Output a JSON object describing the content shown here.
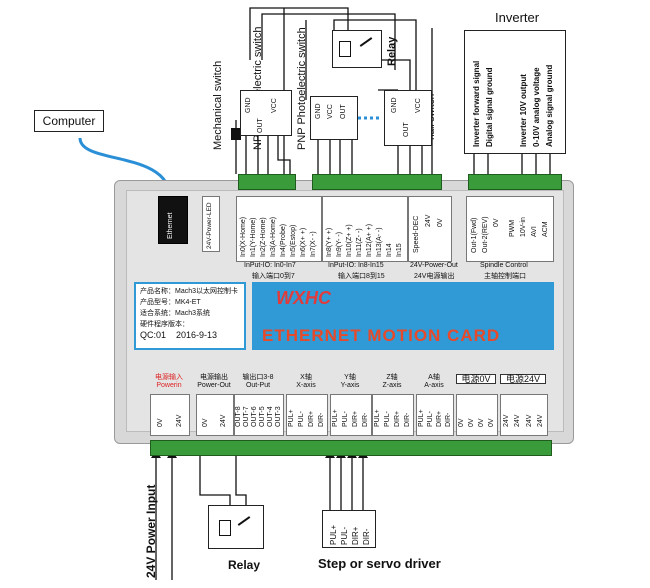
{
  "external": {
    "inverter_title": "Inverter",
    "computer_label": "Computer",
    "mechanical_switch": "Mechanical switch",
    "npn_switch": "NPN Photoelectric switch",
    "pnp_switch": "PNP Photoelectric switch",
    "relay_top": "Relay",
    "hall_switch": "hall switch",
    "power_input": "24V Power Input",
    "relay_bottom": "Relay",
    "servo_driver": "Step or servo driver",
    "inverter_signals": [
      "Inverter forward signal",
      "Digital signal ground",
      "Inverter 10V output",
      "0-10V analog voltage",
      "Analog signal ground"
    ],
    "npn_pins": [
      "GND",
      "OUT",
      "VCC"
    ],
    "pnp_pins": [
      "GND",
      "VCC",
      "OUT"
    ],
    "hall_pins": [
      "GND",
      "OUT",
      "VCC"
    ],
    "servo_pins": [
      "PUL+",
      "PUL-",
      "DIR+",
      "DIR-"
    ]
  },
  "board": {
    "ethernet_port": "Ethernet",
    "power_led": "24V-Power-LED",
    "inputs_a": [
      "In0(X-Home)",
      "In1(Y-Home)",
      "In2(Z-Home)",
      "In3(A-Home)",
      "In4(Probe)",
      "In5(Estop)",
      "In6(X+ +)",
      "In7(X- -)"
    ],
    "inputs_b": [
      "In8(Y+ +)",
      "In9(Y- -)",
      "In10(Z+ +)",
      "In11(Z- -)",
      "In12(A+ +)",
      "In13(A- -)",
      "In14",
      "In15"
    ],
    "speed_dec": [
      "Speed-DEC",
      "24V",
      "0V"
    ],
    "spindle_out": [
      "Out-1(Fwd)",
      "Out-2(REV)",
      "0V"
    ],
    "spindle_pwm": [
      "PWM",
      "10V-in",
      "AVI",
      "ACM"
    ],
    "inputs_a_title": "InPut-IO: In0-In7",
    "inputs_a_cn": "输入端口0到7",
    "inputs_b_title": "InPut-IO: In8-In15",
    "inputs_b_cn": "输入端口8到15",
    "power_out_title": "24V-Power-Out",
    "power_out_cn": "24V电源输出",
    "spindle_title": "Spindle Control",
    "spindle_cn": "主轴控制端口",
    "info": {
      "product_name": "产品名称：Mach3以太网控制卡",
      "model_label": "产品型号：",
      "model": "MK4-ET",
      "system_label": "适合系统：",
      "system": "Mach3系统",
      "version_label": "硬件程序版本：",
      "qc": "QC:01",
      "date": "2016-9-13"
    },
    "logo": "WXHC",
    "banner": "ETHERNET MOTION CARD",
    "bottom_groups": [
      {
        "cn": "电源输入",
        "en": "Powerin",
        "pins": [
          "0V",
          "24V"
        ]
      },
      {
        "cn": "电源输出",
        "en": "Power-Out",
        "pins": [
          "0V",
          "24V"
        ]
      },
      {
        "cn": "输出口3-8",
        "en": "Out-Put",
        "pins": [
          "OUT-8",
          "OUT-7",
          "OUT-6",
          "OUT-5",
          "OUT-4",
          "OUT-3"
        ]
      },
      {
        "cn": "X轴",
        "en": "X-axis",
        "pins": [
          "PUL+",
          "PUL-",
          "DIR+",
          "DIR-"
        ]
      },
      {
        "cn": "Y轴",
        "en": "Y-axis",
        "pins": [
          "PUL+",
          "PUL-",
          "DIR+",
          "DIR-"
        ]
      },
      {
        "cn": "Z轴",
        "en": "Z-axis",
        "pins": [
          "PUL+",
          "PUL-",
          "DIR+",
          "DIR-"
        ]
      },
      {
        "cn": "A轴",
        "en": "A-axis",
        "pins": [
          "PUL+",
          "PUL-",
          "DIR+",
          "DIR-"
        ]
      },
      {
        "cn": "电源0V",
        "en": "",
        "pins": [
          "0V",
          "0V",
          "0V",
          "0V"
        ]
      },
      {
        "cn": "电源24V",
        "en": "",
        "pins": [
          "24V",
          "24V",
          "24V",
          "24V"
        ]
      }
    ]
  }
}
